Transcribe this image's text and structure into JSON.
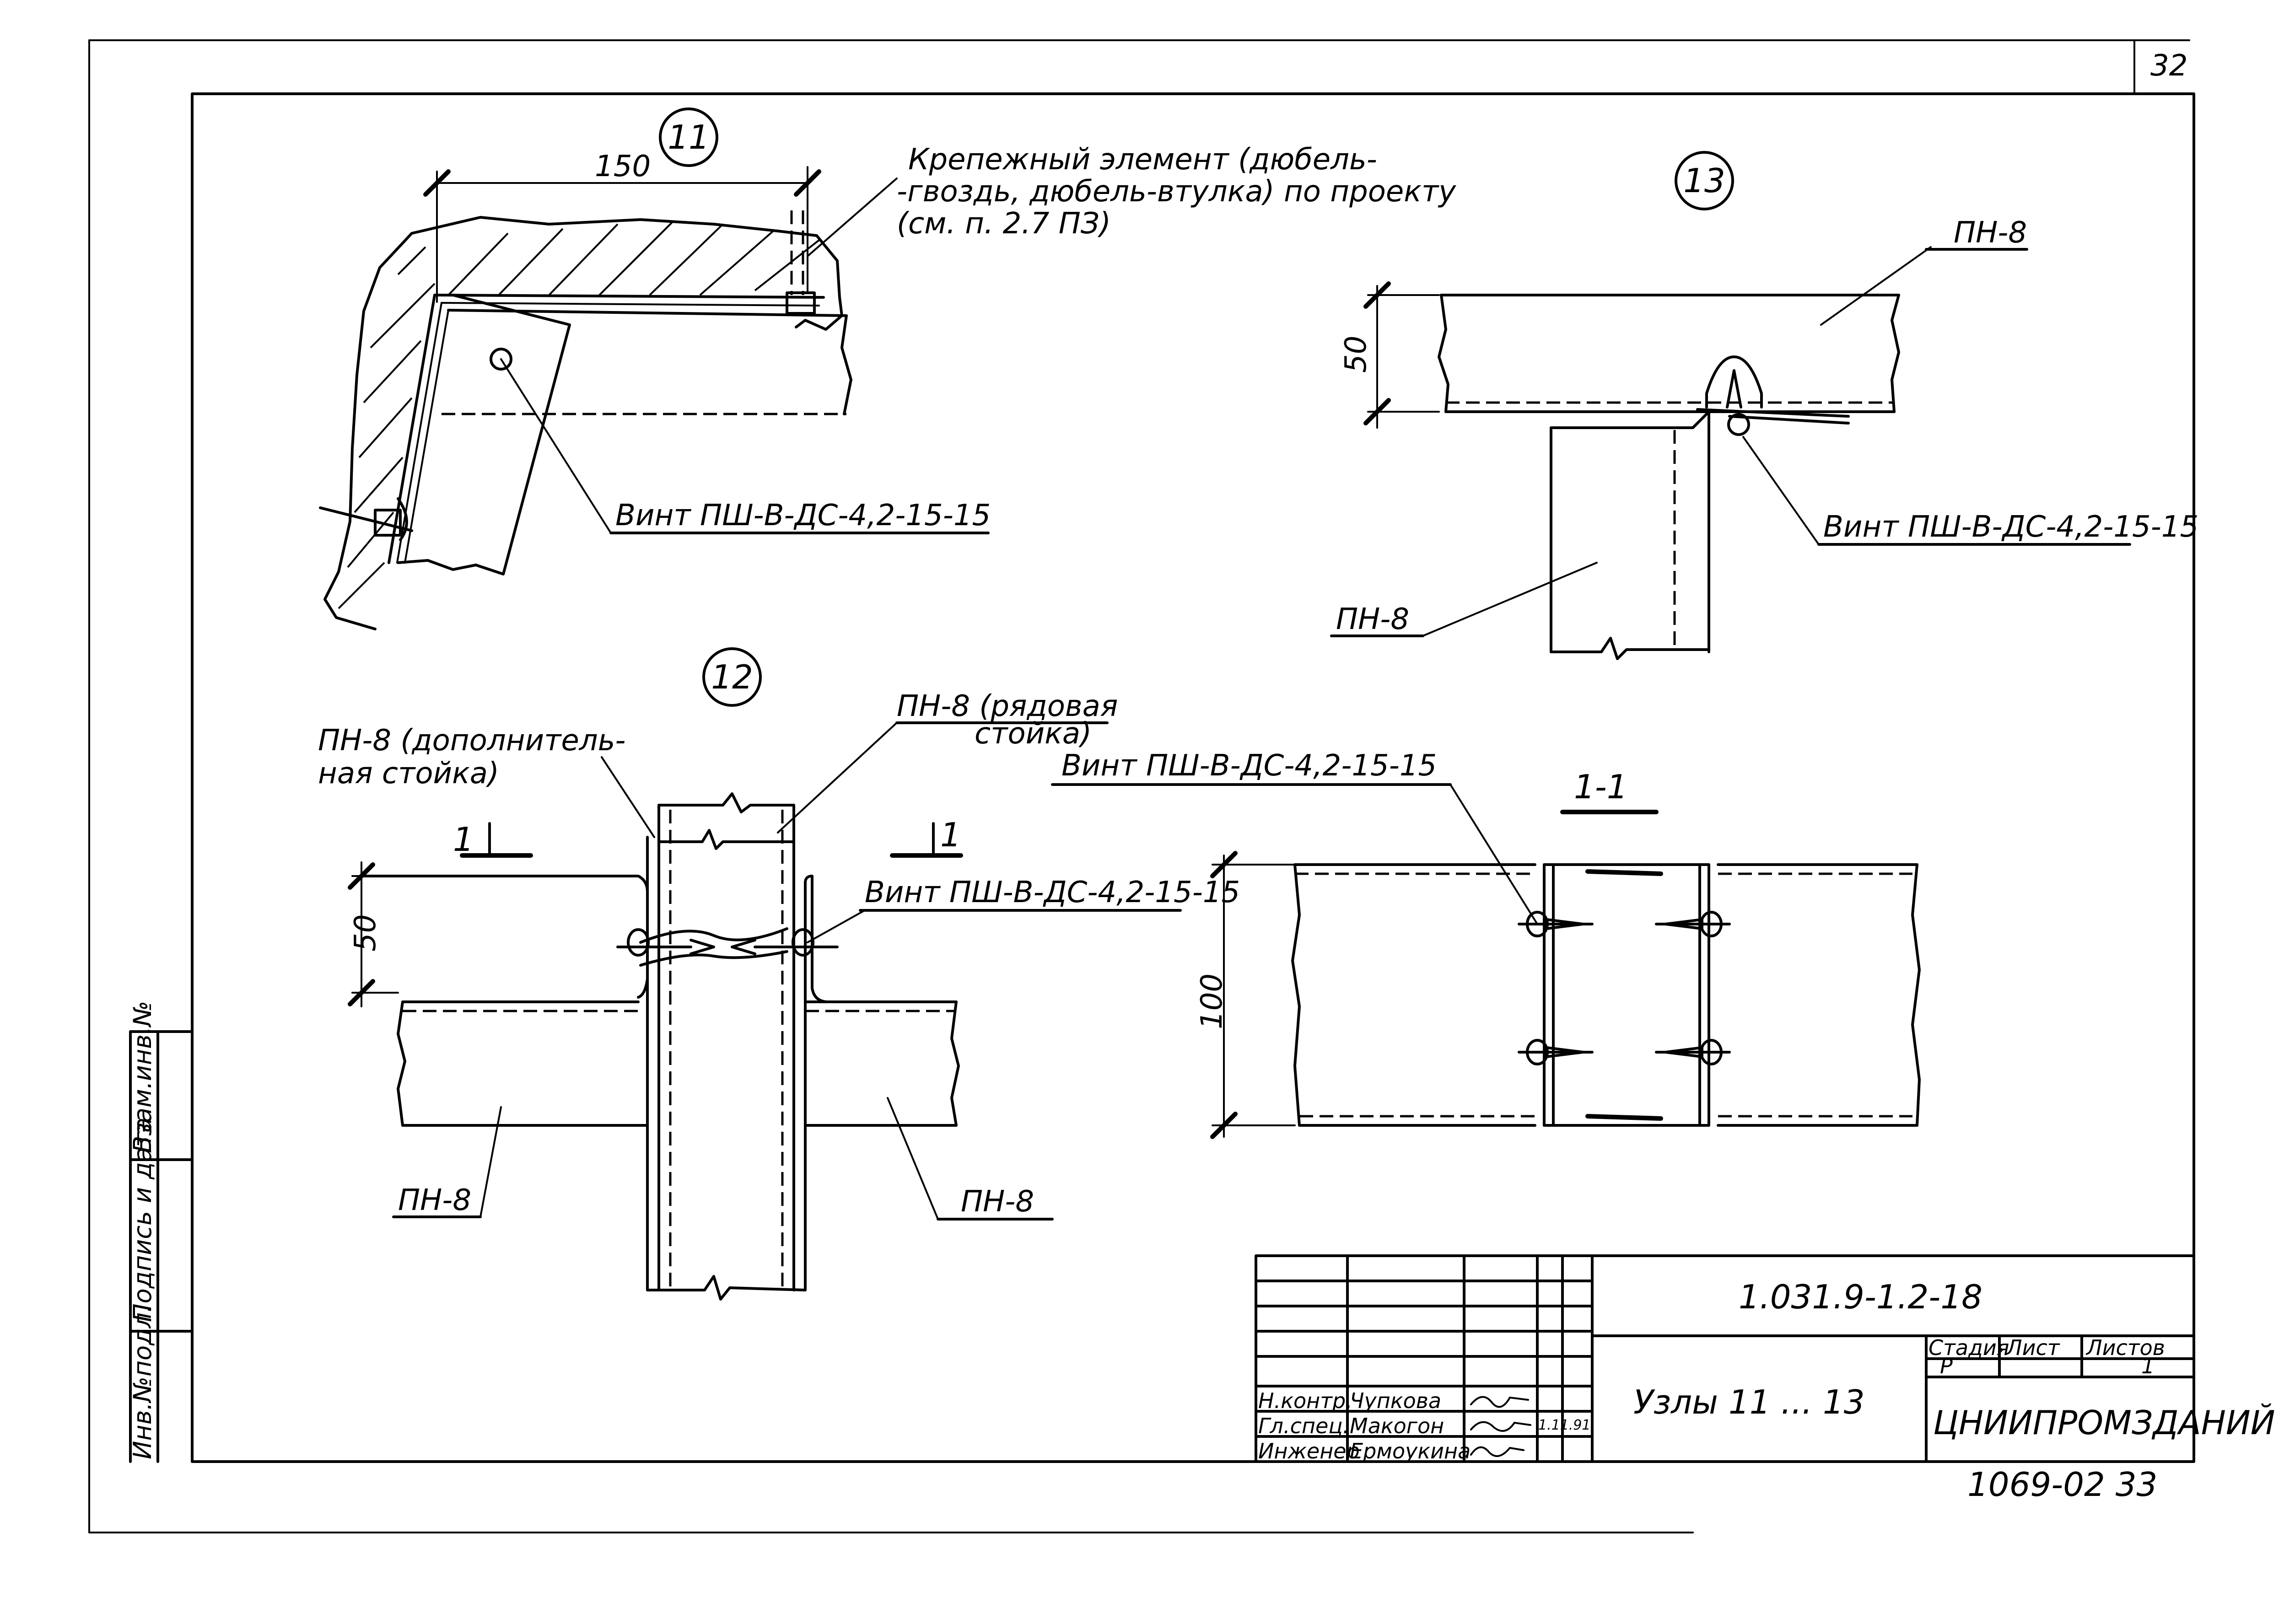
{
  "sheet": {
    "page_number": "32",
    "footer_code": "1069-02  33"
  },
  "node11": {
    "number": "11",
    "dim": "150",
    "note_line1": "Крепежный элемент (дюбель-",
    "note_line2": "-гвоздь, дюбель-втулка) по проекту",
    "note_line3": "(см. п. 2.7 ПЗ)",
    "screw": "Винт ПШ-В-ДС-4,2-15-15"
  },
  "node13": {
    "number": "13",
    "top_profile": "ПН-8",
    "dim": "50",
    "screw": "Винт ПШ-В-ДС-4,2-15-15",
    "bottom_profile": "ПН-8"
  },
  "node12": {
    "number": "12",
    "left_line1": "ПН-8 (дополнитель-",
    "left_line2": "ная стойка)",
    "right_line1": "ПН-8 (рядовая",
    "right_line2": "стойка)",
    "section_mark": "1",
    "screw": "Винт ПШ-В-ДС-4,2-15-15",
    "dim": "50",
    "left_profile": "ПН-8",
    "right_profile": "ПН-8"
  },
  "section11": {
    "title": "1-1",
    "screw": "Винт ПШ-В-ДС-4,2-15-15",
    "dim": "100"
  },
  "title_block": {
    "code": "1.031.9-1.2-18",
    "name": "Узлы 11 ... 13",
    "stage_header": "Стадия",
    "sheet_header": "Лист",
    "sheets_header": "Листов",
    "stage": "Р",
    "sheets": "1",
    "org": "ЦНИИПРОМЗДАНИЙ",
    "roles": [
      "Н.контр.",
      "Гл.спец.",
      "Инженер"
    ],
    "names": [
      "Чупкова",
      "Макогон",
      "Ермоукина"
    ],
    "date": "1.11.91",
    "side_labels": [
      "Инв.№подл.",
      "Подпись и дата",
      "Взам.инв.№"
    ]
  }
}
